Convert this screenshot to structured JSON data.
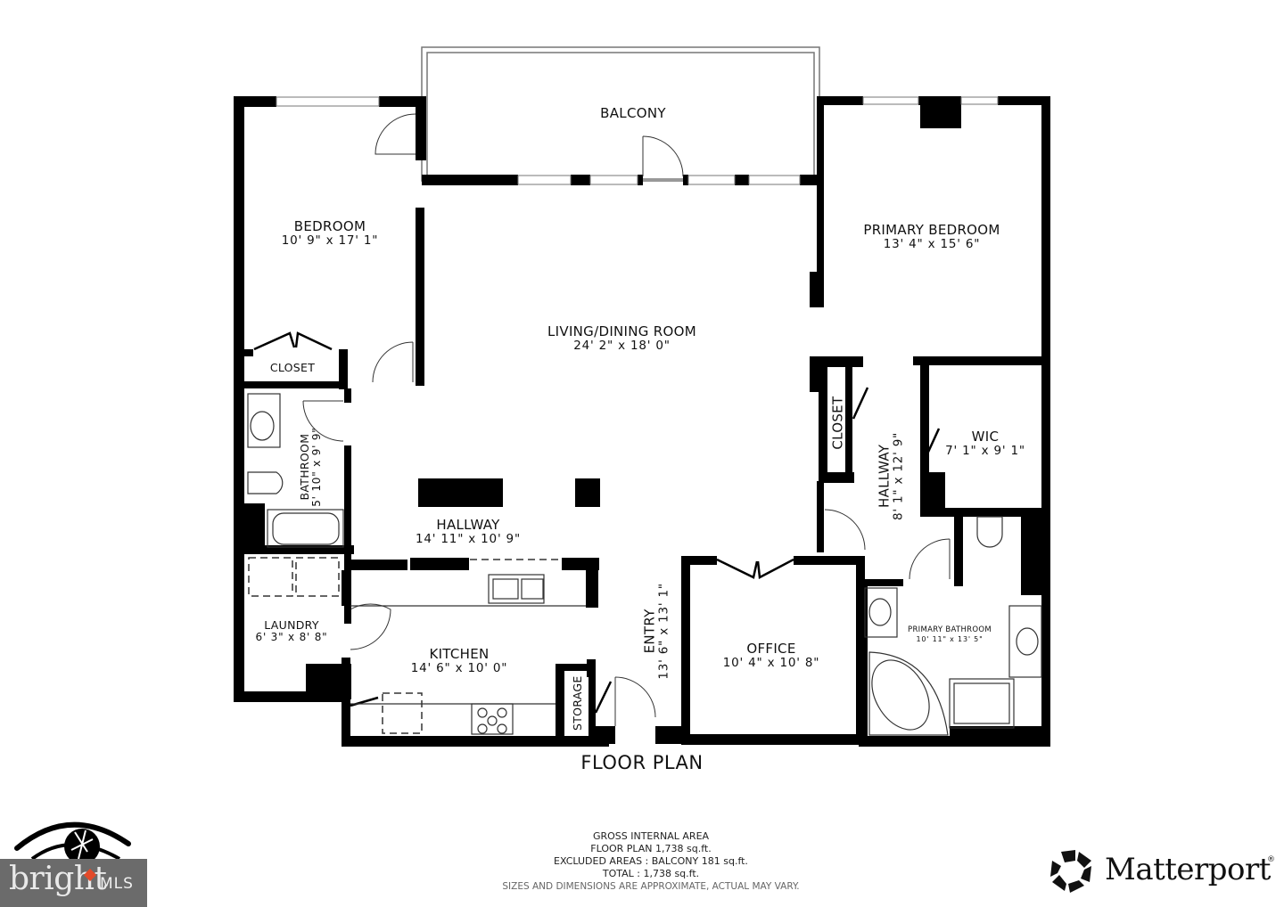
{
  "plan": {
    "title": "FLOOR PLAN",
    "rooms": [
      {
        "id": "balcony",
        "name": "BALCONY",
        "dims": ""
      },
      {
        "id": "bedroom",
        "name": "BEDROOM",
        "dims": "10' 9\" x 17' 1\""
      },
      {
        "id": "closet-bedroom",
        "name": "CLOSET",
        "dims": ""
      },
      {
        "id": "living-dining",
        "name": "LIVING/DINING ROOM",
        "dims": "24' 2\" x 18' 0\""
      },
      {
        "id": "primary-bedroom",
        "name": "PRIMARY BEDROOM",
        "dims": "13' 4\" x 15' 6\""
      },
      {
        "id": "closet-hall",
        "name": "CLOSET",
        "dims": ""
      },
      {
        "id": "hallway-right",
        "name": "HALLWAY",
        "dims": "8' 1\" x 12' 9\""
      },
      {
        "id": "wic",
        "name": "WIC",
        "dims": "7' 1\" x 9' 1\""
      },
      {
        "id": "bathroom",
        "name": "BATHROOM",
        "dims": "5' 10\" x 9' 9\""
      },
      {
        "id": "hallway-left",
        "name": "HALLWAY",
        "dims": "14' 11\" x 10' 9\""
      },
      {
        "id": "laundry",
        "name": "LAUNDRY",
        "dims": "6' 3\" x 8' 8\""
      },
      {
        "id": "kitchen",
        "name": "KITCHEN",
        "dims": "14' 6\" x 10' 0\""
      },
      {
        "id": "storage",
        "name": "STORAGE",
        "dims": ""
      },
      {
        "id": "entry",
        "name": "ENTRY",
        "dims": "13' 6\" x 13' 1\""
      },
      {
        "id": "office",
        "name": "OFFICE",
        "dims": "10' 4\" x 10' 8\""
      },
      {
        "id": "primary-bathroom",
        "name": "PRIMARY BATHROOM",
        "dims": "10' 11\" x 13' 5\""
      }
    ]
  },
  "area": {
    "heading": "GROSS INTERNAL AREA",
    "floor_plan": "FLOOR PLAN 1,738 sq.ft.",
    "excluded": "EXCLUDED AREAS :  BALCONY 181 sq.ft.",
    "total": "TOTAL :  1,738 sq.ft.",
    "note": "SIZES AND DIMENSIONS ARE APPROXIMATE, ACTUAL MAY VARY."
  },
  "branding": {
    "bright": {
      "word": "bright",
      "suffix": "MLS",
      "bg": "#6b6b6b",
      "accent": "#e34a2a"
    },
    "matterport": {
      "word": "Matterport",
      "reg": "®"
    }
  },
  "icons": [
    "eye-aperture-logo-icon",
    "matterport-logo-icon"
  ]
}
